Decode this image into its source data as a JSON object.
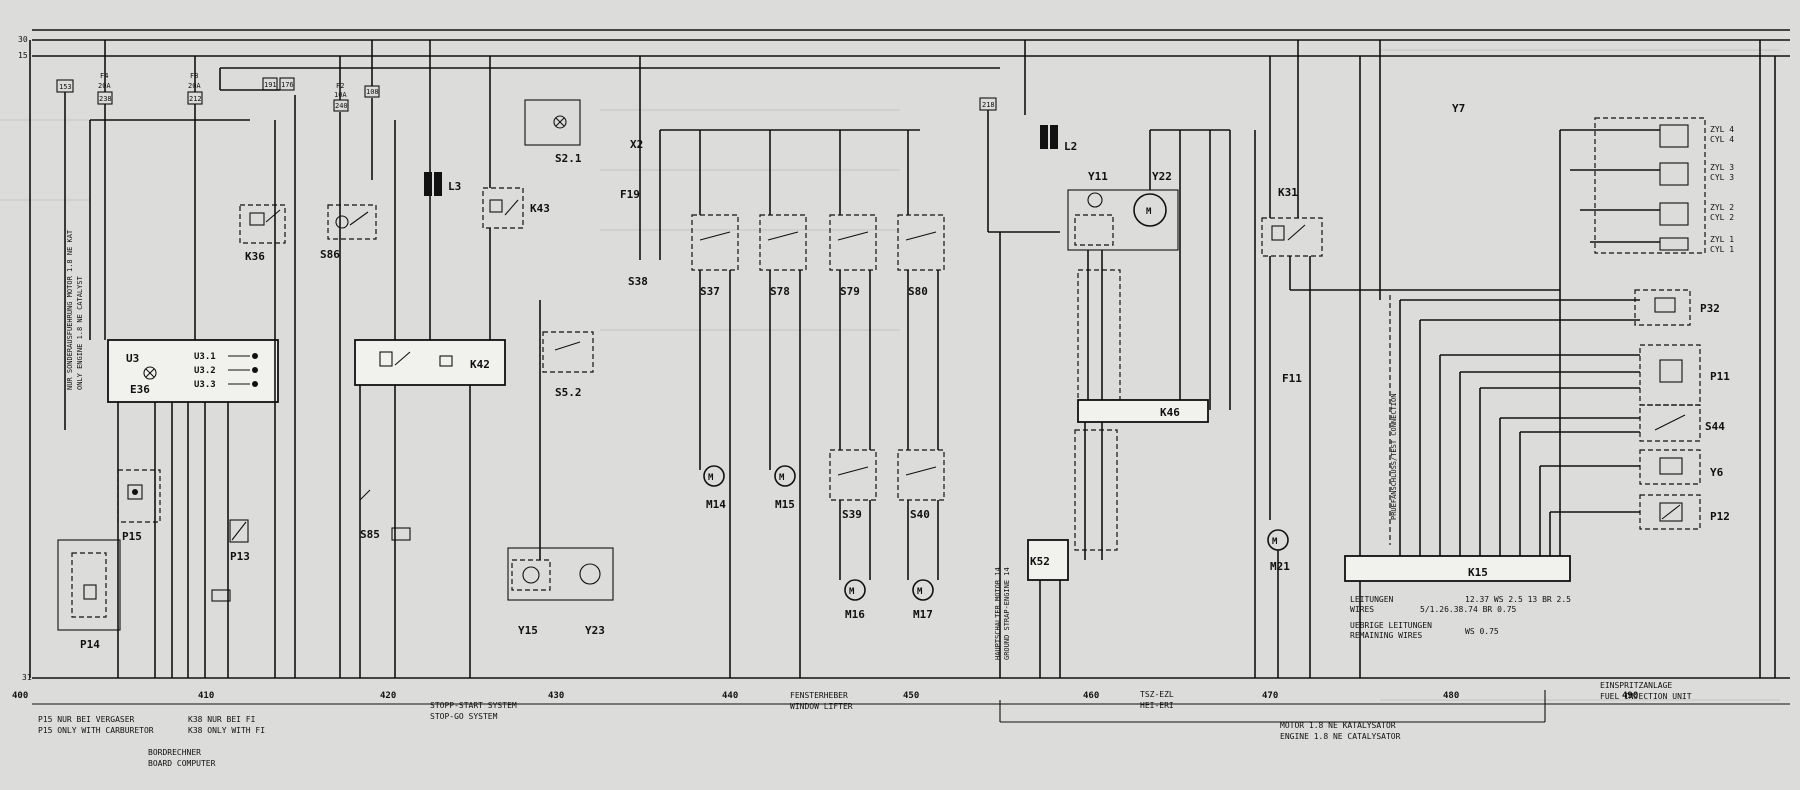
{
  "rails": {
    "top_30": "30",
    "top_15": "15",
    "bottom_31": "31"
  },
  "modules": {
    "U3": "U3",
    "U3_1": "U3.1",
    "U3_2": "U3.2",
    "U3_3": "U3.3",
    "E36": "E36",
    "K36": "K36",
    "S86": "S86",
    "L3": "L3",
    "K43": "K43",
    "S2_1": "S2.1",
    "X2": "X2",
    "F19": "F19",
    "K42": "K42",
    "S5_2": "S5.2",
    "S38": "S38",
    "S37": "S37",
    "S78": "S78",
    "S79": "S79",
    "S80": "S80",
    "M14": "M14",
    "M15": "M15",
    "S39": "S39",
    "S40": "S40",
    "M16": "M16",
    "M17": "M17",
    "Y11": "Y11",
    "Y22": "Y22",
    "L2": "L2",
    "K31": "K31",
    "K46": "K46",
    "K52": "K52",
    "F11": "F11",
    "M21": "M21",
    "K15": "K15",
    "Y7": "Y7",
    "P32": "P32",
    "P11": "P11",
    "S44": "S44",
    "Y6": "Y6",
    "P12": "P12",
    "P15": "P15",
    "P14": "P14",
    "P13": "P13",
    "S85": "S85",
    "Y15": "Y15",
    "Y23": "Y23"
  },
  "fuses": {
    "F4": "F4",
    "F4_rating": "20A",
    "F8": "F8",
    "F8_rating": "20A",
    "F2": "F2",
    "F2_rating": "10A"
  },
  "refs": {
    "r153": "153",
    "r191": "191",
    "r176": "176",
    "r108": "108",
    "r218": "218",
    "r238": "238",
    "r212": "212",
    "r240": "240"
  },
  "cyl": {
    "z4": "ZYL 4",
    "c4": "CYL 4",
    "z3": "ZYL 3",
    "c3": "CYL 3",
    "z2": "ZYL 2",
    "c2": "CYL 2",
    "z1": "ZYL 1",
    "c1": "CYL 1"
  },
  "wires_legend": {
    "de_1": "LEITUNGEN",
    "en_1": "WIRES",
    "spec_1": "12.37 WS 2.5  13 BR 2.5",
    "spec_2": "5/1.26.38.74 BR 0.75",
    "de_2": "UEBRIGE LEITUNGEN",
    "en_2": "REMAINING WIRES",
    "spec_3": "WS 0.75"
  },
  "notes": {
    "vertical_left": "NUR SONDERAUSFUEHRUNG MOTOR 1.8 NE KAT",
    "vertical_left_en": "ONLY ENGINE 1.8 NE CATALYST",
    "vertical_mid": "HAUPTSCHALTER MOTOR 14",
    "vertical_mid_en": "GROUND STRAP-ENGINE 14",
    "vertical_k15": "PRUEFANSCHLUSS/TEST CONNECTION"
  },
  "bottom_numbers": {
    "n400": "400",
    "n410": "410",
    "n420": "420",
    "n430": "430",
    "n440": "440",
    "n450": "450",
    "n460": "460",
    "n470": "470",
    "n480": "480",
    "n490": "490"
  },
  "captions": {
    "p15_de": "P15 NUR BEI VERGASER",
    "p15_en": "P15 ONLY WITH CARBURETOR",
    "k38_de": "K38 NUR BEI FI",
    "k38_en": "K38 ONLY WITH FI",
    "bc_de": "BORDRECHNER",
    "bc_en": "BOARD COMPUTER",
    "ss_de": "STOPP-START SYSTEM",
    "ss_en": "STOP-GO SYSTEM",
    "wl_de": "FENSTERHEBER",
    "wl_en": "WINDOW LIFTER",
    "tsz_de": "TSZ-EZL",
    "tsz_en": "HEI-ERI",
    "mot_de": "MOTOR 1.8 NE KATALYSATOR",
    "mot_en": "ENGINE 1.8 NE CATALYSATOR",
    "fi_de": "EINSPRITZANLAGE",
    "fi_en": "FUEL INJECTION UNIT"
  }
}
